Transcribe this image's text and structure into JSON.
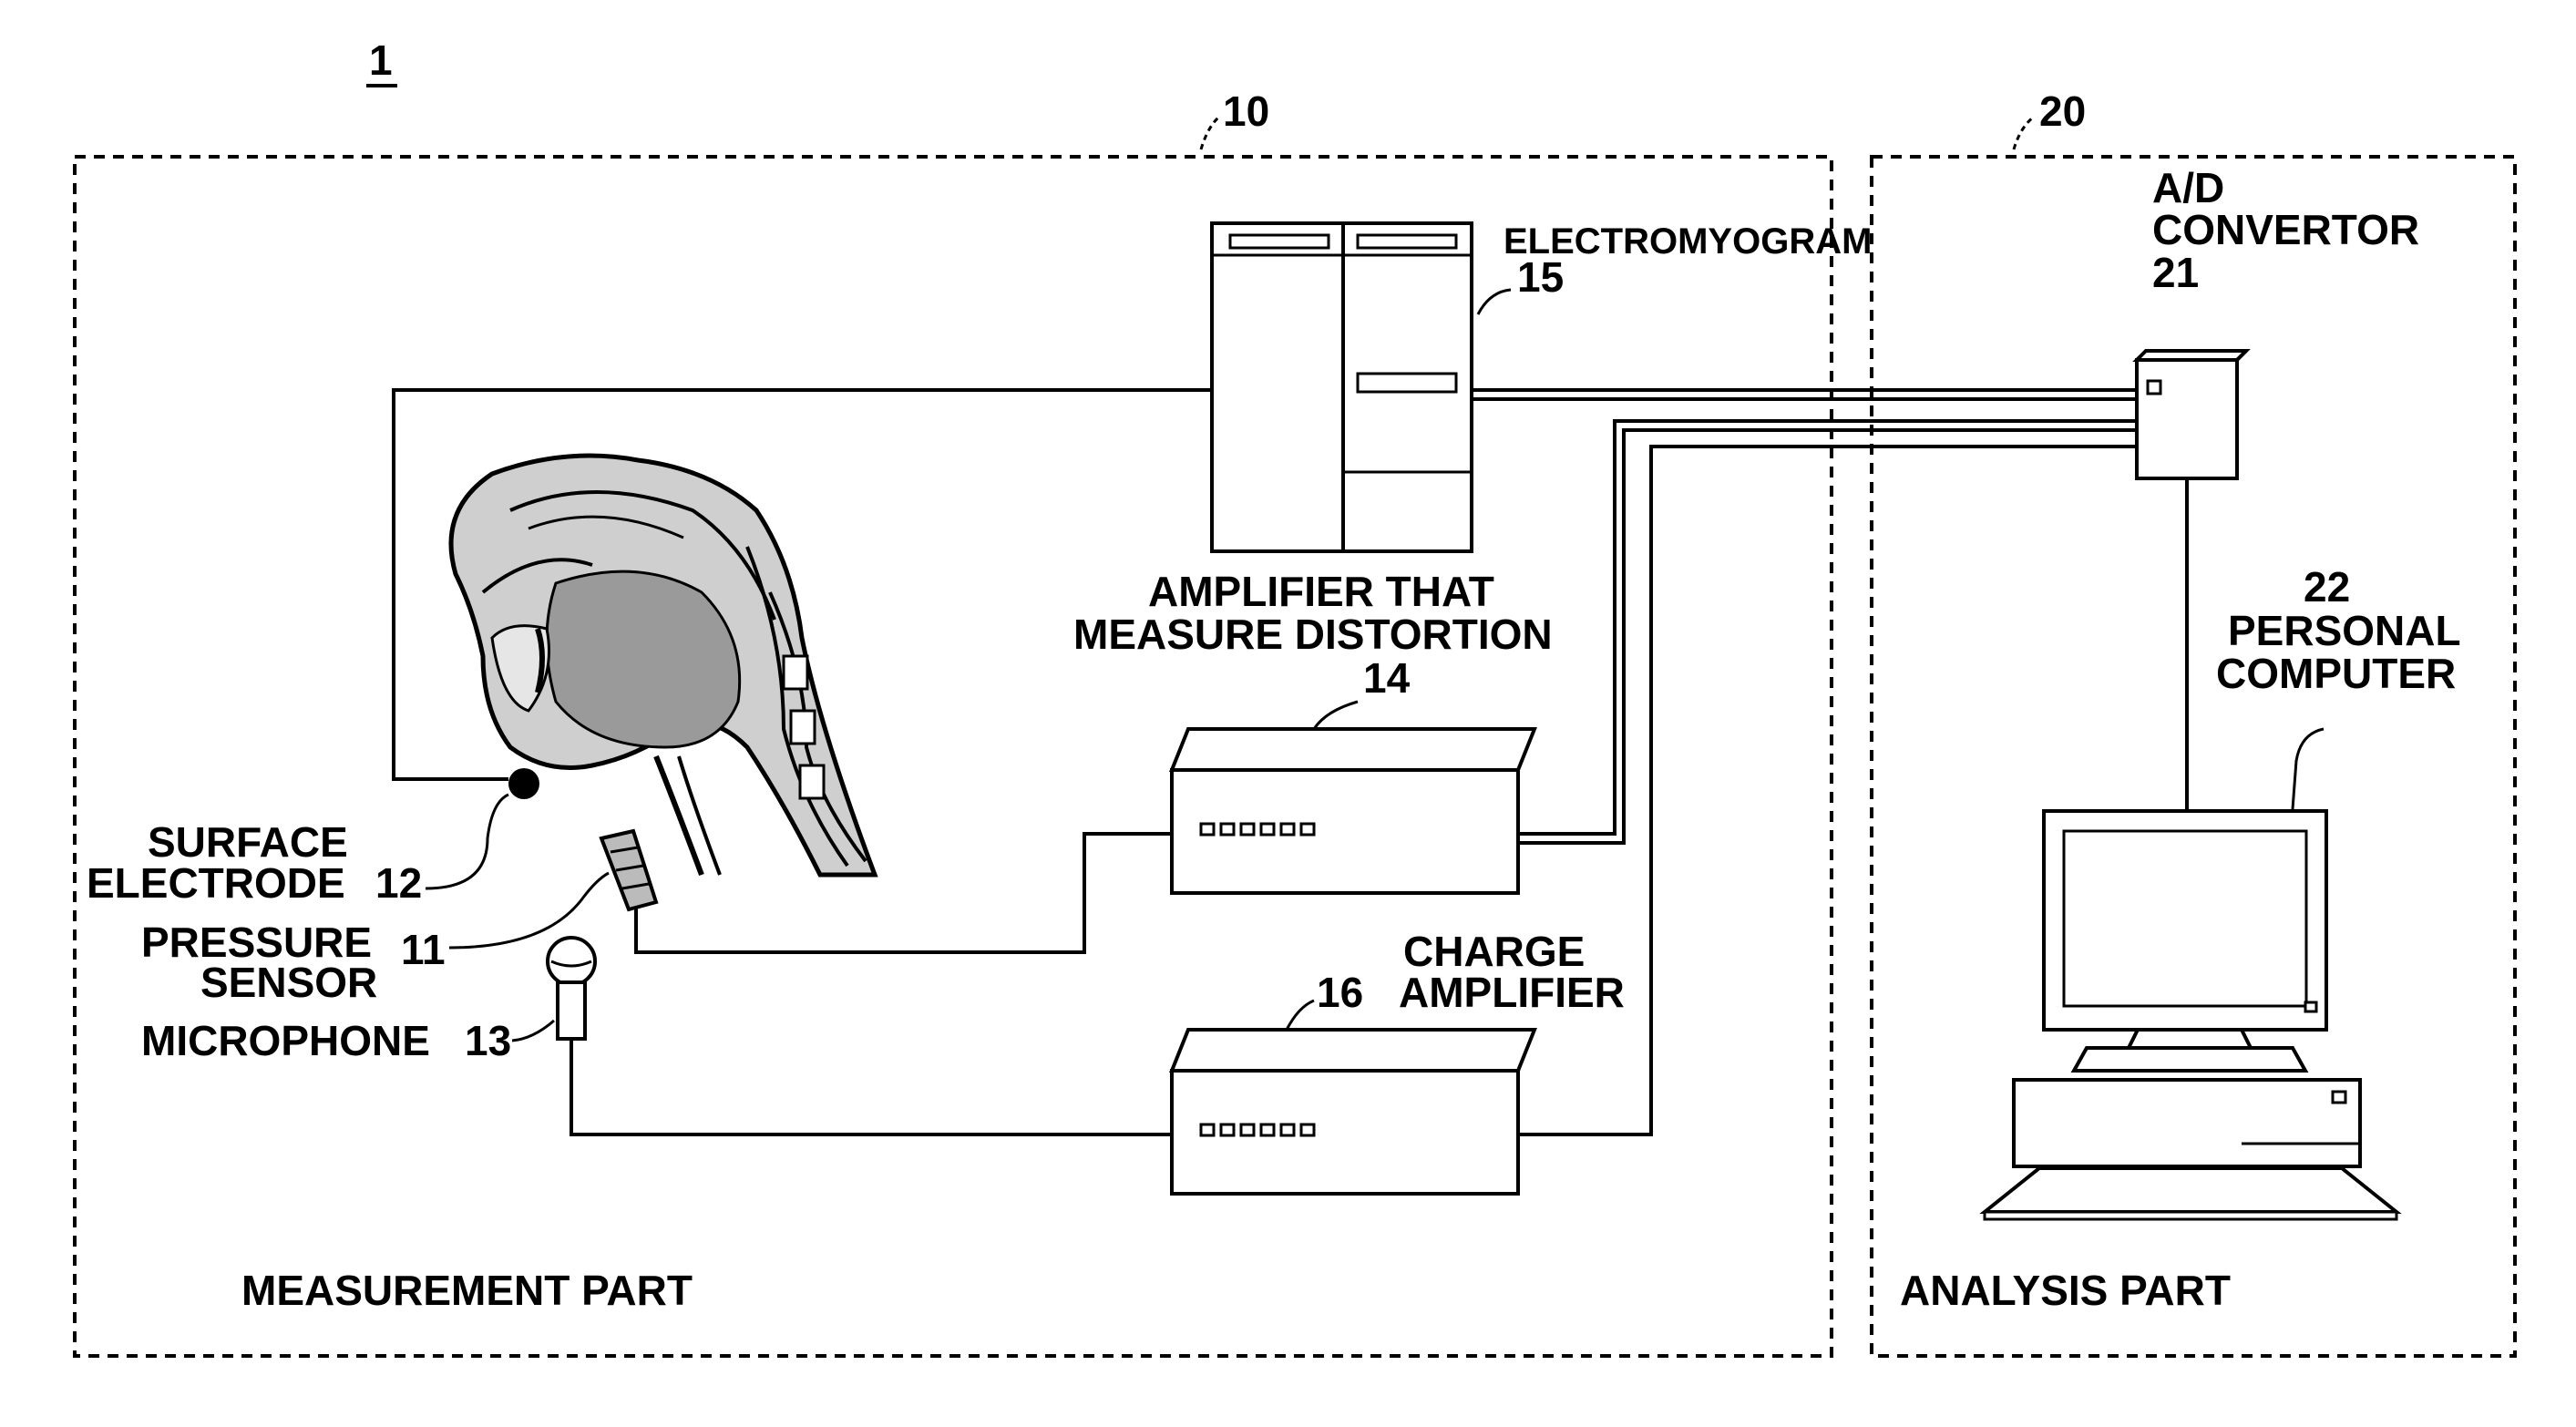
{
  "figure_number": "1",
  "parts": {
    "measurement": {
      "ref": "10",
      "label": "MEASUREMENT PART"
    },
    "analysis": {
      "ref": "20",
      "label": "ANALYSIS PART"
    }
  },
  "components": {
    "electromyogram": {
      "label": "ELECTROMYOGRAM",
      "ref": "15"
    },
    "ad_convertor": {
      "label_line1": "A/D",
      "label_line2": "CONVERTOR",
      "ref": "21"
    },
    "personal_computer": {
      "ref": "22",
      "label_line1": "PERSONAL",
      "label_line2": "COMPUTER"
    },
    "distortion_amp": {
      "label_line1": "AMPLIFIER THAT",
      "label_line2": "MEASURE DISTORTION",
      "ref": "14"
    },
    "charge_amp": {
      "label_line1": "CHARGE",
      "ref": "16",
      "label_line2": "AMPLIFIER"
    },
    "surface_electrode": {
      "label_line1": "SURFACE",
      "label_line2": "ELECTRODE",
      "ref": "12"
    },
    "pressure_sensor": {
      "label_line1": "PRESSURE",
      "label_line2": "SENSOR",
      "ref": "11"
    },
    "microphone": {
      "label": "MICROPHONE",
      "ref": "13"
    }
  }
}
